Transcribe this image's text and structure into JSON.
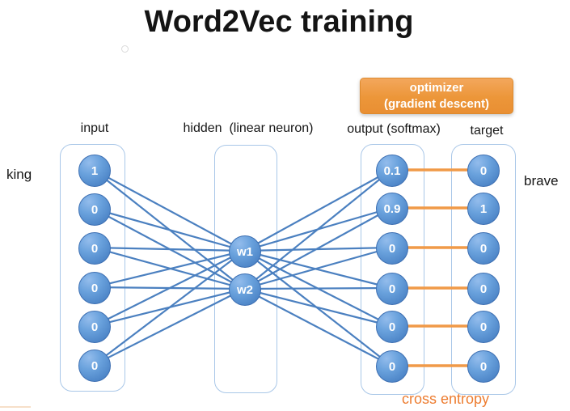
{
  "title": "Word2Vec training",
  "optimizer": {
    "line1": "optimizer",
    "line2": "(gradient descent)"
  },
  "column_labels": {
    "input": "input",
    "hidden": "hidden  (linear neuron)",
    "output": "output (softmax)",
    "target": "target"
  },
  "word_labels": {
    "input_word": "king",
    "target_word": "brave"
  },
  "loss_label": "cross entropy",
  "network": {
    "input": [
      "1",
      "0",
      "0",
      "0",
      "0",
      "0"
    ],
    "hidden": [
      "w1",
      "w2"
    ],
    "output": [
      "0.1",
      "0.9",
      "0",
      "0",
      "0",
      "0"
    ],
    "target": [
      "0",
      "1",
      "0",
      "0",
      "0",
      "0"
    ]
  },
  "colors": {
    "node_fill": "#5b97d8",
    "node_border": "#3d6fb2",
    "edge_blue": "#4b80c0",
    "edge_orange": "#f09a48",
    "optimizer_fill": "#ED9B40",
    "loss_text": "#ED7D31",
    "container_border": "#a9c7e8"
  }
}
